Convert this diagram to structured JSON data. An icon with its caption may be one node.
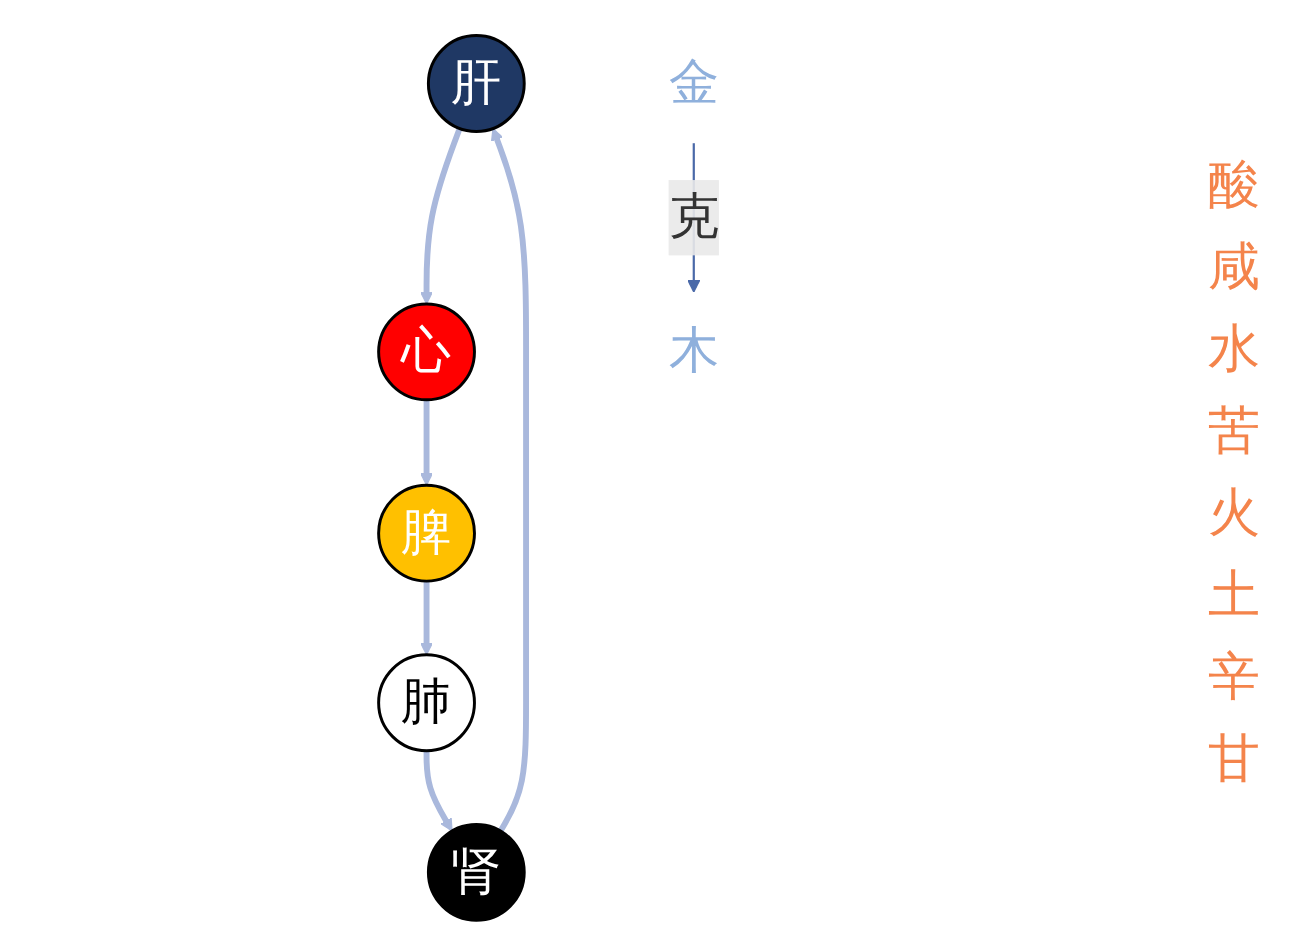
{
  "diagram": {
    "nodes": [
      {
        "text": [
          "肝"
        ]
      },
      {
        "text": [
          "心"
        ]
      },
      {
        "text": [
          "脾"
        ]
      },
      {
        "text": [
          "肺"
        ]
      },
      {
        "text": [
          "肾"
        ]
      },
      {
        "text": [
          "木"
        ]
      },
      {
        "text": [
          "金"
        ]
      }
    ],
    "edges": [
      {
        "from": 0,
        "to": 1,
        "arrow": "to"
      },
      {
        "from": 1,
        "to": 2,
        "arrow": "to"
      },
      {
        "from": 2,
        "to": 3,
        "arrow": "to"
      },
      {
        "from": 3,
        "to": 4,
        "arrow": "to"
      },
      {
        "from": 4,
        "to": 0,
        "arrow": "to"
      },
      {
        "from": 6,
        "to": 5,
        "arrow": "to",
        "label": "克",
        "color": "#4a69a8"
      }
    ],
    "labels": [
      "酸",
      "咸",
      "水",
      "苦",
      "火",
      "土",
      "辛",
      "甘"
    ]
  }
}
